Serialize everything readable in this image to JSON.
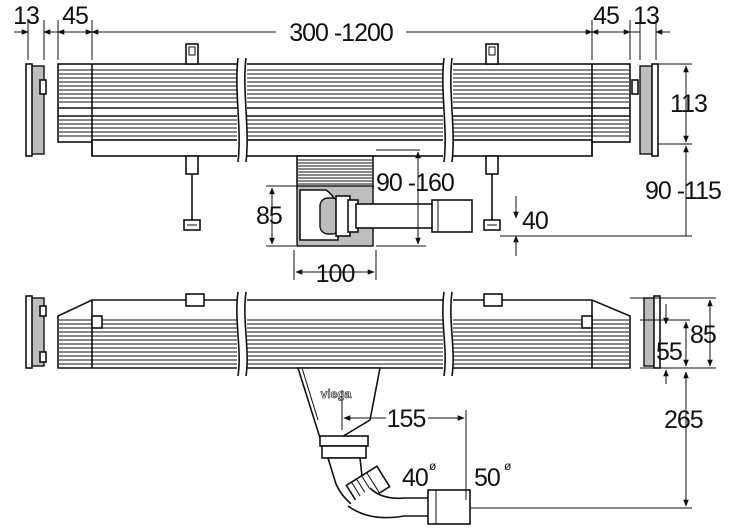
{
  "brand": "viega",
  "top_view": {
    "dim_end_left": "13",
    "dim_inset_left": "45",
    "dim_length": "300 -1200",
    "dim_inset_right": "45",
    "dim_end_right": "13",
    "dim_height": "113",
    "dim_adjust_right": "90 -115",
    "dim_adjust_drain": "90 -160",
    "dim_outlet_height": "85",
    "dim_pipe": "40",
    "dim_drain_width": "100"
  },
  "side_view": {
    "dim_profile": "85",
    "dim_inner": "55",
    "dim_total": "265",
    "dim_offset": "155",
    "dim_diam_small": "40",
    "dim_diam_large": "50",
    "diam_symbol": "ø"
  }
}
